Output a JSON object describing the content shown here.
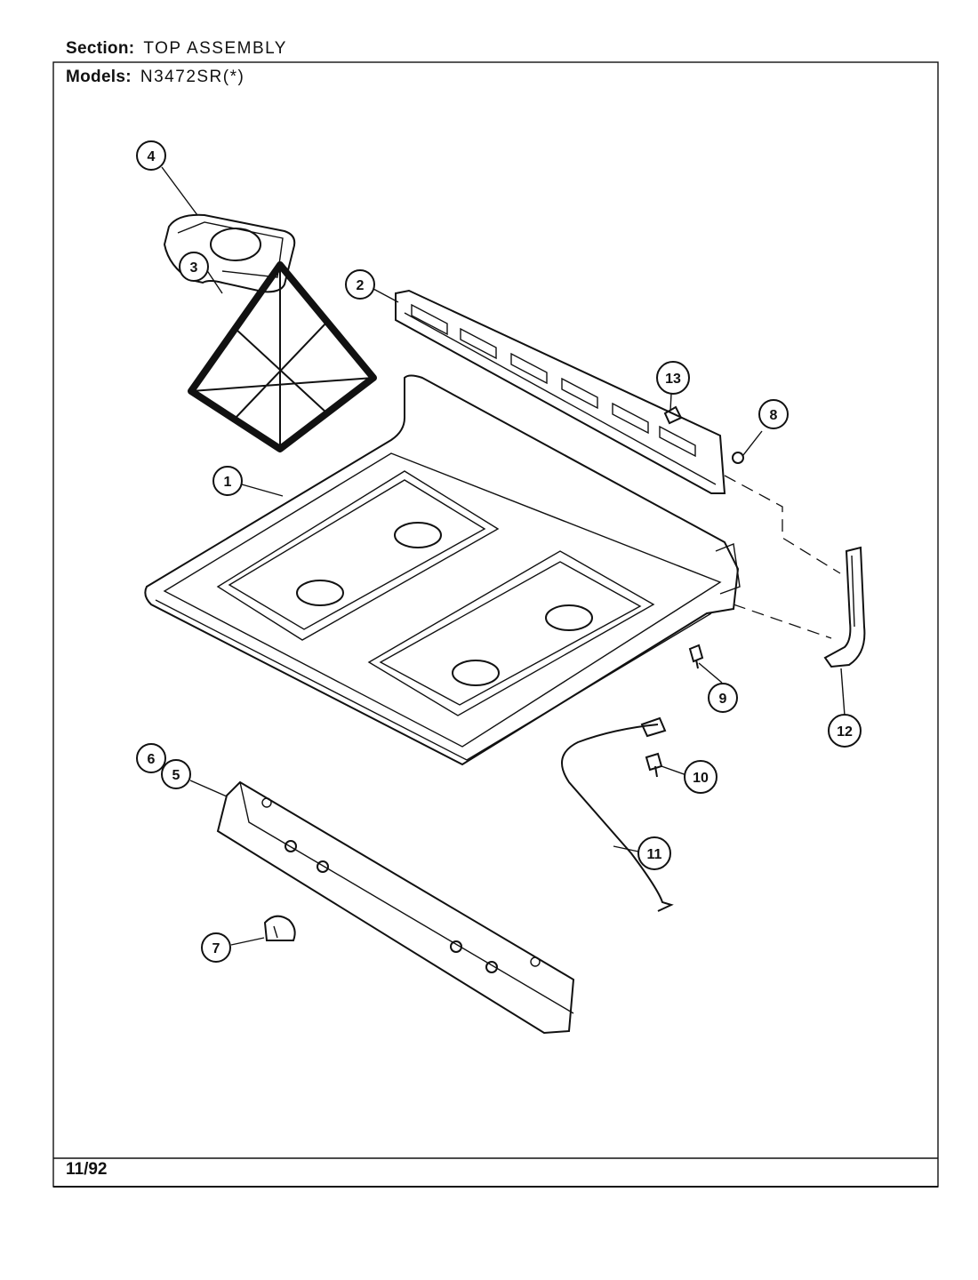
{
  "header": {
    "section_label": "Section:",
    "section_value": "TOP ASSEMBLY",
    "models_label": "Models:",
    "models_value": "N3472SR(*)"
  },
  "footer": {
    "date": "11/92"
  },
  "callouts": [
    "1",
    "2",
    "3",
    "4",
    "5",
    "6",
    "7",
    "8",
    "9",
    "10",
    "11",
    "12",
    "13"
  ]
}
